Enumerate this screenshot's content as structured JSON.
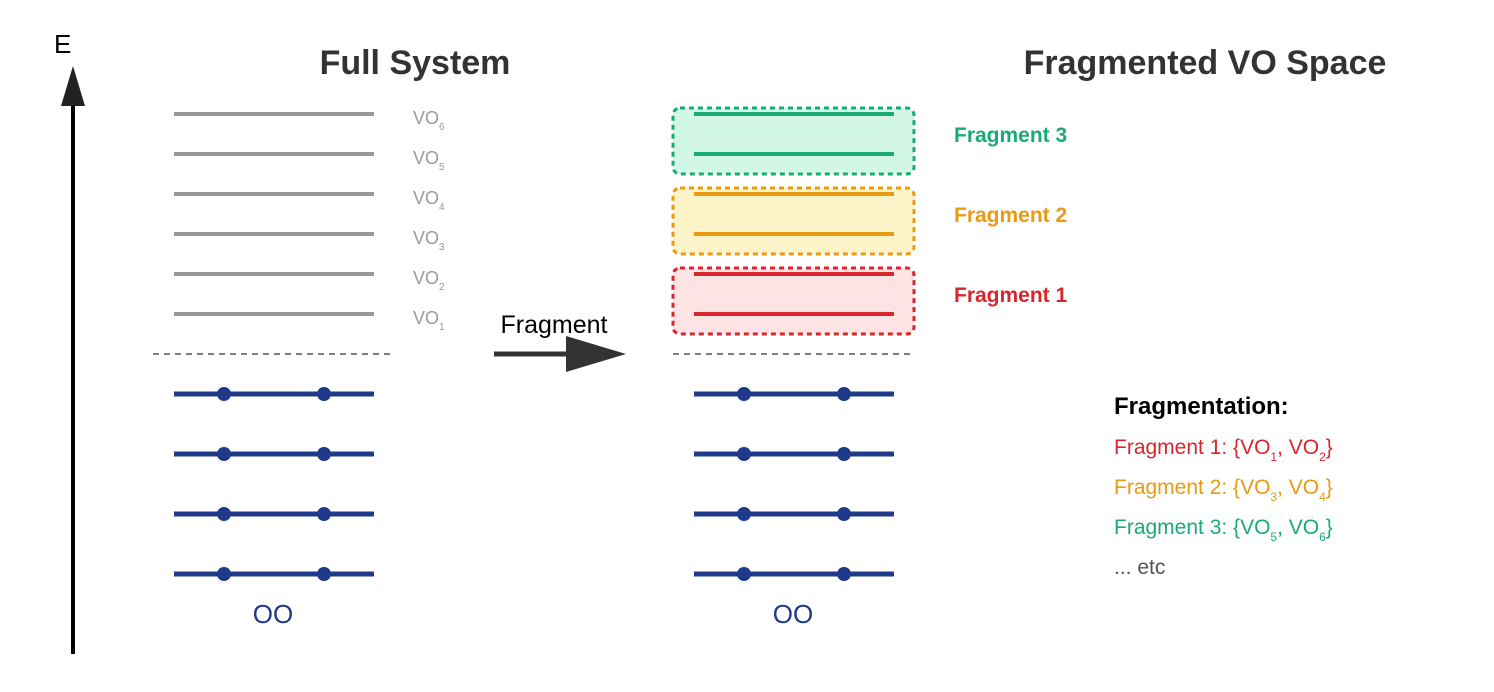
{
  "axis": {
    "label": "E"
  },
  "left_panel": {
    "title": "Full System",
    "vo_labels": [
      {
        "base": "VO",
        "sub": "6"
      },
      {
        "base": "VO",
        "sub": "5"
      },
      {
        "base": "VO",
        "sub": "4"
      },
      {
        "base": "VO",
        "sub": "3"
      },
      {
        "base": "VO",
        "sub": "2"
      },
      {
        "base": "VO",
        "sub": "1"
      }
    ],
    "oo_label": "OO"
  },
  "arrow": {
    "label": "Fragment"
  },
  "right_panel": {
    "title": "Fragmented VO Space",
    "fragments": [
      {
        "label": "Fragment 3",
        "color": "#1aaa78",
        "fill": "#d3f7e6"
      },
      {
        "label": "Fragment 2",
        "color": "#e99a10",
        "fill": "#fdf3c9"
      },
      {
        "label": "Fragment 1",
        "color": "#d9262d",
        "fill": "#fde3e3"
      }
    ],
    "oo_label": "OO"
  },
  "legend": {
    "title": "Fragmentation:",
    "entries": [
      {
        "prefix": "Fragment 1: {",
        "items": [
          {
            "base": "VO",
            "sub": "1"
          },
          {
            "base": "VO",
            "sub": "2"
          }
        ],
        "suffix": "}",
        "color": "#d9262d"
      },
      {
        "prefix": "Fragment 2: {",
        "items": [
          {
            "base": "VO",
            "sub": "3"
          },
          {
            "base": "VO",
            "sub": "4"
          }
        ],
        "suffix": "}",
        "color": "#e99a10"
      },
      {
        "prefix": "Fragment 3: {",
        "items": [
          {
            "base": "VO",
            "sub": "5"
          },
          {
            "base": "VO",
            "sub": "6"
          }
        ],
        "suffix": "}",
        "color": "#1aaa78"
      }
    ],
    "etc": "... etc"
  },
  "colors": {
    "vo_line": "#999999",
    "oo_line": "#1f3a8a",
    "text_dark": "#333333",
    "divider": "#555555",
    "etc_text": "#555555"
  }
}
